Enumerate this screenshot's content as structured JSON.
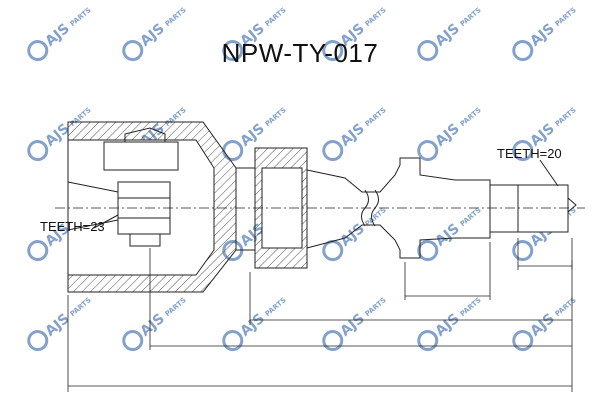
{
  "diagram": {
    "part_number": "NPW-TY-017",
    "teeth_inner": "TEETH=23",
    "teeth_outer": "TEETH=20"
  },
  "watermark": {
    "brand": "AJS",
    "suffix": "PARTS",
    "color": "#1e56a0"
  },
  "colors": {
    "line": "#222222",
    "watermark": "#1e56a0"
  }
}
